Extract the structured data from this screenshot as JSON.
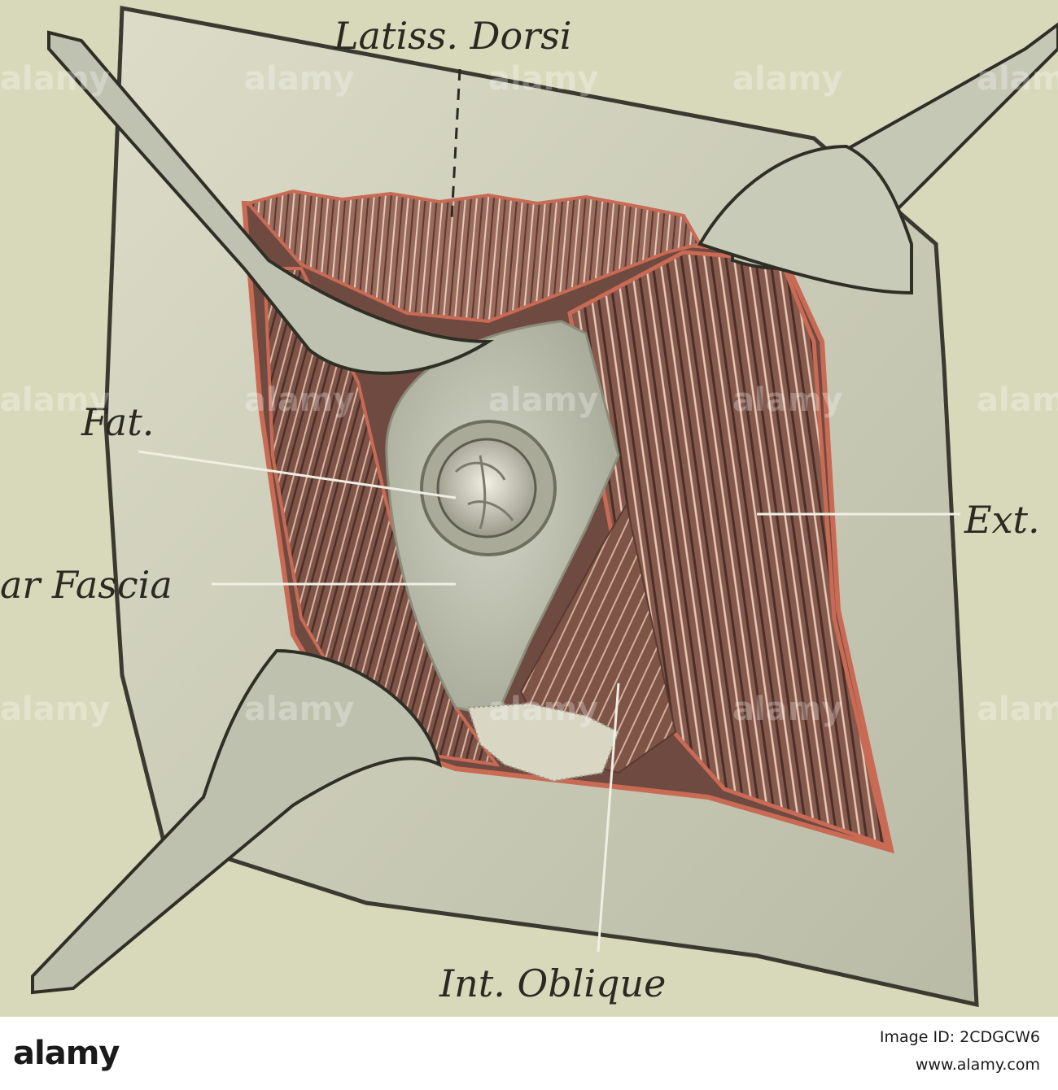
{
  "labels": {
    "latiss_dorsi": "Latiss. Dorsi",
    "fat": "Fat.",
    "ext": "Ext.",
    "fascia": "ar Fascia",
    "int_oblique": "Int. Oblique"
  },
  "watermark": {
    "logo": "alamy",
    "image_id": "Image ID: 2CDGCW6",
    "url": "www.alamy.com"
  },
  "colors": {
    "background": "#d8d9bb",
    "muscle": "#8a5a4c",
    "muscle_edge": "#c96a55",
    "fascia": "#bfc2b2",
    "skin": "#cfd1bd",
    "ink": "#2a2a22"
  }
}
